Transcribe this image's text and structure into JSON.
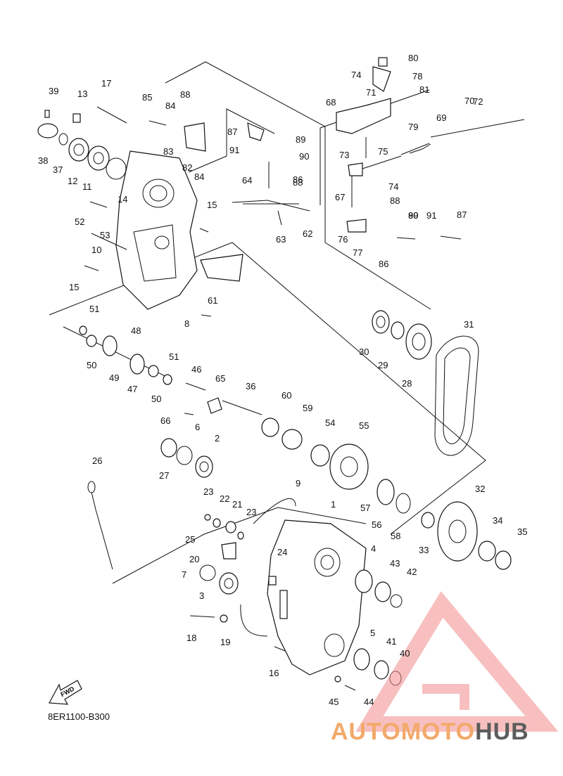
{
  "diagram": {
    "code": "8ER1100-B300",
    "fwd_label": "FWD",
    "labels": [
      "1",
      "2",
      "3",
      "4",
      "5",
      "6",
      "7",
      "8",
      "9",
      "10",
      "11",
      "12",
      "13",
      "14",
      "15",
      "15",
      "16",
      "17",
      "18",
      "19",
      "20",
      "21",
      "22",
      "23",
      "23",
      "24",
      "25",
      "26",
      "27",
      "28",
      "29",
      "30",
      "31",
      "32",
      "33",
      "34",
      "35",
      "36",
      "37",
      "38",
      "39",
      "40",
      "41",
      "42",
      "43",
      "44",
      "45",
      "46",
      "47",
      "48",
      "49",
      "50",
      "50",
      "51",
      "51",
      "52",
      "53",
      "54",
      "55",
      "56",
      "57",
      "58",
      "59",
      "60",
      "61",
      "62",
      "63",
      "64",
      "65",
      "66",
      "67",
      "68",
      "69",
      "70",
      "71",
      "72",
      "73",
      "74",
      "74",
      "75",
      "76",
      "77",
      "78",
      "79",
      "80",
      "81",
      "82",
      "83",
      "84",
      "84",
      "85",
      "86",
      "86",
      "87",
      "87",
      "88",
      "88",
      "88",
      "89",
      "89",
      "90",
      "90",
      "91",
      "91"
    ]
  },
  "watermark": {
    "text_accent": "AUTOMOTO",
    "text_dark": "HUB",
    "accent_color": "#f2a96a",
    "dark_color": "#5c5c5c",
    "logo_color": "#f28b8b"
  }
}
